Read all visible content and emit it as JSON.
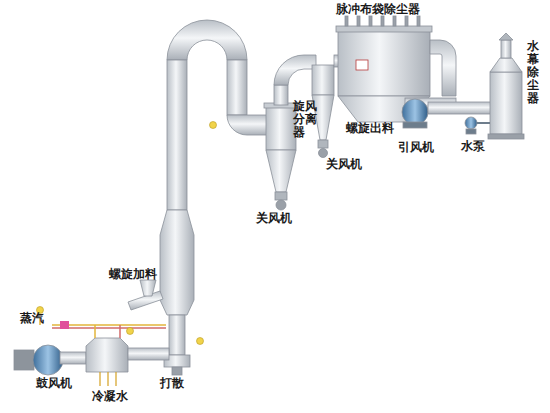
{
  "diagram": {
    "labels": [
      "脉冲布袋除尘器",
      "水幕除尘器",
      "旋风分离器",
      "螺旋出料",
      "关风机",
      "引风机",
      "水泵",
      "关风机",
      "螺旋加料",
      "蒸汽",
      "鼓风机",
      "冷凝水",
      "打散"
    ]
  }
}
